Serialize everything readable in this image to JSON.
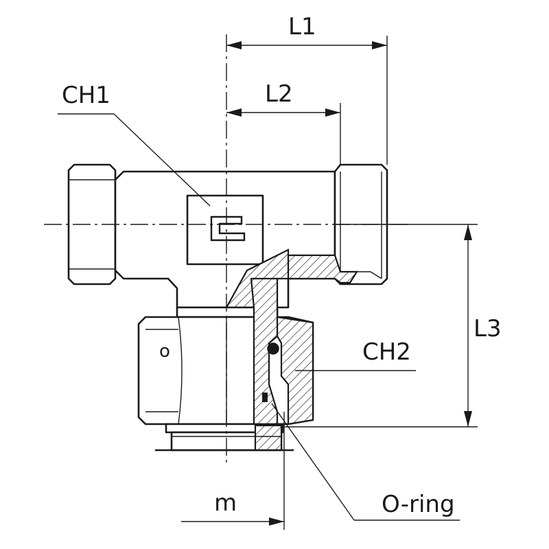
{
  "labels": {
    "l1": "L1",
    "l2": "L2",
    "l3": "L3",
    "ch1": "CH1",
    "ch2": "CH2",
    "m": "m",
    "oring": "O-ring",
    "nut_mark": "o"
  }
}
